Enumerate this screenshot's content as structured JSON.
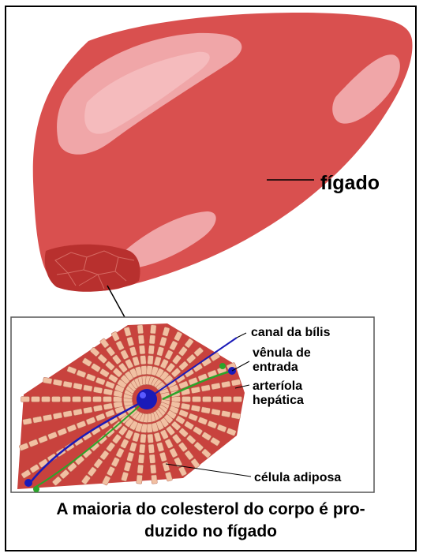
{
  "labels": {
    "liver": "fígado",
    "bile_canal": "canal da bílis",
    "venule": [
      "vênula de",
      "entrada"
    ],
    "arteriole": [
      "arteríola",
      "hepática"
    ],
    "fat_cell": "célula adiposa"
  },
  "caption": [
    "A maioria do colesterol do corpo é pro-",
    "duzido no fígado"
  ],
  "colors": {
    "liver": "#d9504f",
    "liver_highlight": "#f0a6a8",
    "liver_shadow": "#b8302e",
    "lobule": "#c8423d",
    "hepatocyte": "#f1c0a2",
    "bile_canal": "#1a1ab8",
    "arteriole": "#2aa52a"
  }
}
